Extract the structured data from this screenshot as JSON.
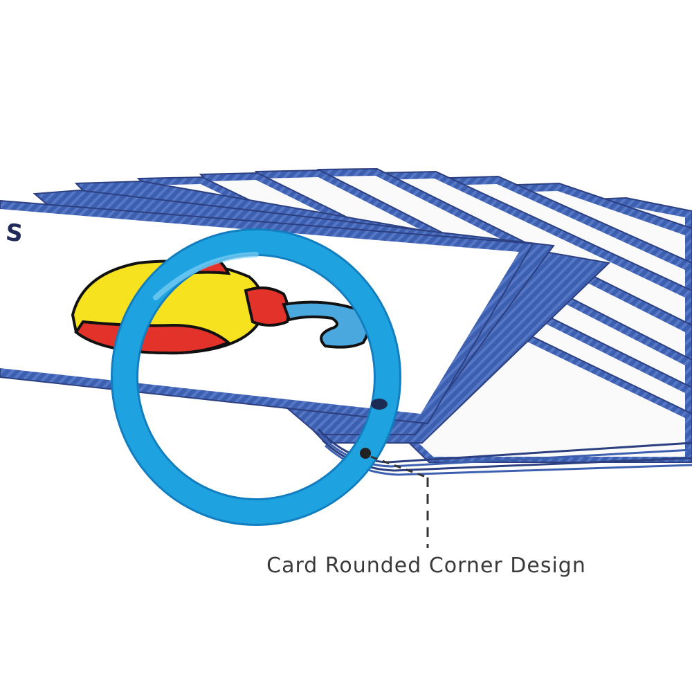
{
  "caption": "Card Rounded Corner Design",
  "card_partial_text": "S",
  "colors": {
    "card_border": "#3d5fb0",
    "card_face": "#ffffff",
    "ring": "#1fa3e0",
    "ring_shadow": "#127ec0",
    "fish_yellow": "#f6e21e",
    "fish_red": "#e2322a",
    "fish_blue": "#4aa8de",
    "callout": "#333333"
  },
  "icons": [
    "binder-ring-icon",
    "fish-illustration"
  ]
}
